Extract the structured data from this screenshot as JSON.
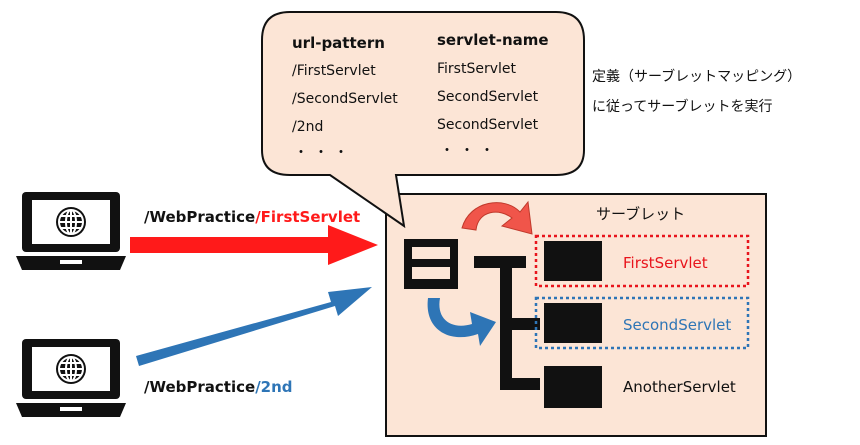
{
  "mapping": {
    "headers": {
      "url_pattern": "url-pattern",
      "servlet_name": "servlet-name"
    },
    "rows": [
      {
        "url": "/FirstServlet",
        "servlet": "FirstServlet"
      },
      {
        "url": "/SecondServlet",
        "servlet": "SecondServlet"
      },
      {
        "url": "/2nd",
        "servlet": "SecondServlet"
      },
      {
        "url": "・・・",
        "servlet": "・・・"
      }
    ]
  },
  "note": {
    "line1": "定義（サーブレットマッピング）",
    "line2": "に従ってサーブレットを実行"
  },
  "requests": [
    {
      "prefix": "/WebPractice",
      "target": "/FirstServlet",
      "color": "#ff1a1a"
    },
    {
      "prefix": "/WebPractice",
      "target": "/2nd",
      "color": "#2e75b6"
    }
  ],
  "container": {
    "label": "サーブレット",
    "servlets": [
      {
        "name": "FirstServlet",
        "color": "#e8141c",
        "box": "dotted-red"
      },
      {
        "name": "SecondServlet",
        "color": "#2e75b6",
        "box": "dotted-blue"
      },
      {
        "name": "AnotherServlet",
        "color": "#111111",
        "box": "none"
      }
    ],
    "fill": "#fce5d6"
  },
  "icons": [
    "laptop-globe-icon",
    "laptop-globe-icon",
    "mapping-table-icon"
  ]
}
